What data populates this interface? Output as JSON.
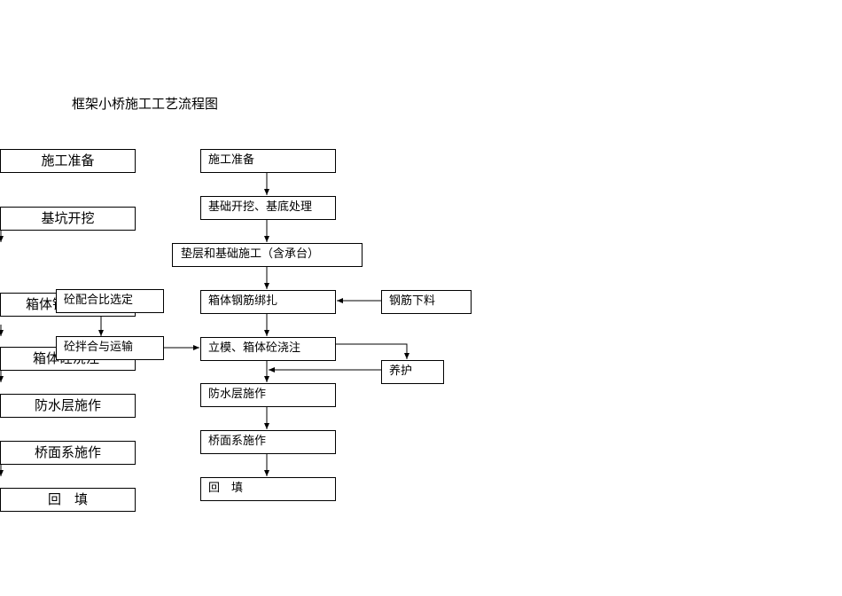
{
  "title": "框架小桥施工工艺流程图",
  "left_column": [
    "施工准备",
    "基坑开挖",
    "箱体钢筋绑扎",
    "箱体砼浇注",
    "防水层施作",
    "桥面系施作",
    "回　填"
  ],
  "main_steps": [
    "施工准备",
    "基础开挖、基底处理",
    "垫层和基础施工（含承台）",
    "箱体钢筋绑扎",
    "立模、箱体砼浇注",
    "防水层施作",
    "桥面系施作",
    "回　填"
  ],
  "side_inputs": {
    "rebar_blanking": "钢筋下料",
    "mix_selection": "砼配合比选定",
    "mixing_transport": "砼拌合与运输",
    "curing": "养护"
  }
}
